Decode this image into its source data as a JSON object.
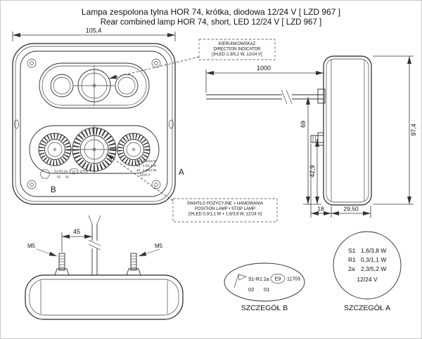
{
  "page": {
    "background": "#ffffff",
    "ink": "#222222"
  },
  "title": {
    "pl": "Lampa zespolona tylna HOR 74, krótka, diodowa 12/24 V [ LZD 967 ]",
    "en": "Rear combined lamp HOR 74, short, LED 12/24 V [ LZD 967 ]"
  },
  "front_view": {
    "width_dim": "105,4",
    "label_a": "A",
    "label_b": "B"
  },
  "callout_direction": {
    "pl": "KIERUNKOWSKAZ",
    "en": "DIRECTION INDICATOR",
    "spec": "[3•LED 2,3/5,2 W, 12/24 V]"
  },
  "callout_position": {
    "pl": "ŚWIATŁO POZYCYJNE + HAMOWANIA",
    "en": "POSITION LAMP • STOP LAMP",
    "spec": "[3•LED 0,3/1,1 W + 1,6/3,8 W, 12/24 V]"
  },
  "side_view": {
    "cable_length": "1000",
    "total_height": "97,4",
    "wire_to_bottom": "69",
    "stud_to_bottom": "42,9",
    "lens_depth": "18",
    "body_depth": "29,50"
  },
  "bottom_view": {
    "bolt_offset": "45",
    "m5_left": "M5",
    "m5_right": "M5"
  },
  "detail_a": {
    "label": "SZCZEGÓŁ A",
    "rows": [
      {
        "code": "S1",
        "value": "1,6/3,8 W"
      },
      {
        "code": "R1",
        "value": "0,3/1,1 W"
      },
      {
        "code": "2a",
        "value": "2,3/5,2 W"
      }
    ],
    "voltage": "12/24 V"
  },
  "detail_b": {
    "label": "SZCZEGÓŁ B",
    "codes": "S1-R1 2a",
    "e_mark": "E9",
    "e_number": "11703",
    "num_left": "02",
    "num_right": "01"
  }
}
